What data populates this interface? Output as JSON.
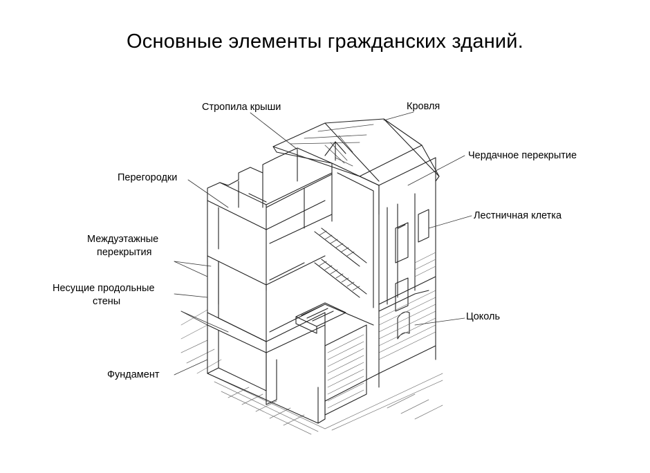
{
  "title": "Основные элементы гражданских зданий.",
  "labels": {
    "rafters": "Стропила крыши",
    "roofing": "Кровля",
    "attic_floor": "Чердачное перекрытие",
    "partitions": "Перегородки",
    "stairwell": "Лестничная клетка",
    "interfloor_line1": "Междуэтажные",
    "interfloor_line2": "перекрытия",
    "bearing_walls_line1": "Несущие продольные",
    "bearing_walls_line2": "стены",
    "plinth": "Цоколь",
    "foundation": "Фундамент"
  }
}
